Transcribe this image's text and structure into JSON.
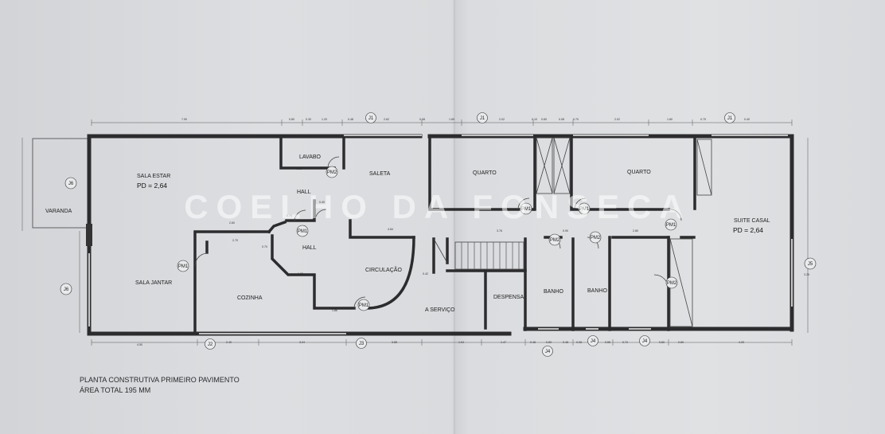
{
  "watermark": "COELHO DA FONSECA",
  "title": {
    "line1": "PLANTA CONSTRUTIVA PRIMEIRO PAVIMENTO",
    "line2": "ÁREA TOTAL 195 MM"
  },
  "rooms": {
    "sala_estar": "SALA ESTAR",
    "sala_estar_pd": "PD = 2,64",
    "lavabo": "LAVABO",
    "saleta": "SALETA",
    "quarto1": "QUARTO",
    "quarto2": "QUARTO",
    "hall1": "HALL",
    "hall2": "HALL",
    "varanda": "VARANDA",
    "circulacao": "CIRCULAÇÃO",
    "sala_jantar": "SALA JANTAR",
    "cozinha": "COZINHA",
    "a_servico": "A SERVIÇO",
    "despensa": "DESPENSA",
    "banho1": "BANHO",
    "banho2": "BANHO",
    "suite_casal": "SUITE CASAL",
    "suite_pd": "PD = 2,64"
  },
  "tags": {
    "j1a": "J1",
    "j1b": "J1",
    "j1c": "J1",
    "j2": "J2",
    "j3": "J3",
    "j4a": "J4",
    "j4b": "J4",
    "j4c": "J4",
    "j5": "J5",
    "j6a": "J6",
    "j6b": "J6",
    "pm1a": "PM1",
    "pm1b": "PM1",
    "pm1c": "PM1",
    "pm1d": "PM1",
    "pm1e": "PM1",
    "pm1f": "PM1",
    "pm2a": "PM2",
    "pm2b": "PM2",
    "pm2c": "PM2",
    "pm2d": "PM2"
  },
  "dims": {
    "top": [
      "7.90",
      "0.80",
      "0.30",
      "1.20",
      "0.48",
      "2.62",
      "0.08",
      "1.69",
      "2.02",
      "0.10",
      "0.60",
      "0.08",
      "0.70",
      "2.02",
      "1.80",
      "0.75",
      "0.40"
    ],
    "bottom": [
      "4.50",
      "2.40",
      "3.04",
      "3.85",
      "1.94",
      "1.47",
      "0.48",
      "0.89",
      "0.48",
      "0.08",
      "0.55",
      "0.72",
      "0.60",
      "0.69",
      "4.20"
    ],
    "inner": [
      "2.60",
      "0.70",
      "2.70",
      "0.70",
      "1.30",
      "4.84",
      "3.76",
      "0.90",
      "2.80",
      "1.86",
      "0.42",
      "0.40",
      "0.81",
      "3.25"
    ]
  }
}
